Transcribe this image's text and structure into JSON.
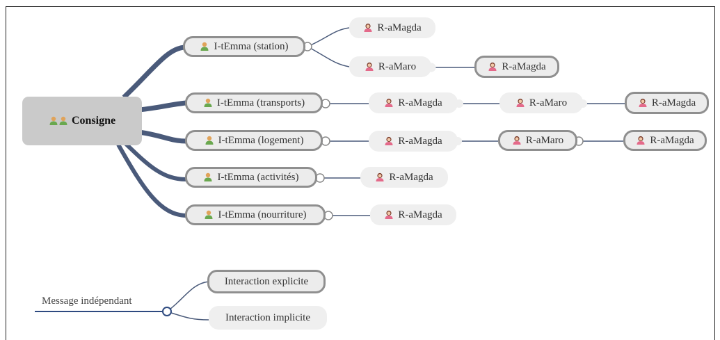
{
  "root": {
    "label": "Consigne",
    "icon": "two-users-icon"
  },
  "branches": [
    {
      "label": "I-tEmma (station)",
      "icon": "user-green-icon",
      "children": [
        {
          "label": "R-aMagda",
          "icon": "user-pink-icon"
        },
        {
          "label": "R-aMaro",
          "icon": "user-pink-icon",
          "children": [
            {
              "label": "R-aMagda",
              "icon": "user-pink-icon"
            }
          ]
        }
      ]
    },
    {
      "label": "I-tEmma (transports)",
      "icon": "user-green-icon",
      "chain": [
        {
          "label": "R-aMagda",
          "icon": "user-pink-icon"
        },
        {
          "label": "R-aMaro",
          "icon": "user-pink-icon"
        },
        {
          "label": "R-aMagda",
          "icon": "user-pink-icon"
        }
      ]
    },
    {
      "label": "I-tEmma (logement)",
      "icon": "user-green-icon",
      "chain": [
        {
          "label": "R-aMagda",
          "icon": "user-pink-icon"
        },
        {
          "label": "R-aMaro",
          "icon": "user-pink-icon"
        },
        {
          "label": "R-aMagda",
          "icon": "user-pink-icon"
        }
      ]
    },
    {
      "label": "I-tEmma (activités)",
      "icon": "user-green-icon",
      "chain": [
        {
          "label": "R-aMagda",
          "icon": "user-pink-icon"
        }
      ]
    },
    {
      "label": "I-tEmma (nourriture)",
      "icon": "user-green-icon",
      "chain": [
        {
          "label": "R-aMagda",
          "icon": "user-pink-icon"
        }
      ]
    }
  ],
  "legend": {
    "label": "Message indépendant",
    "explicit": "Interaction explicite",
    "implicit": "Interaction implicite"
  },
  "colors": {
    "link": "#4a5a7a",
    "legend_link": "#2e4a80",
    "node_border": "#8f8f8f",
    "node_bg": "#ececec",
    "root_bg": "#cacaca"
  }
}
